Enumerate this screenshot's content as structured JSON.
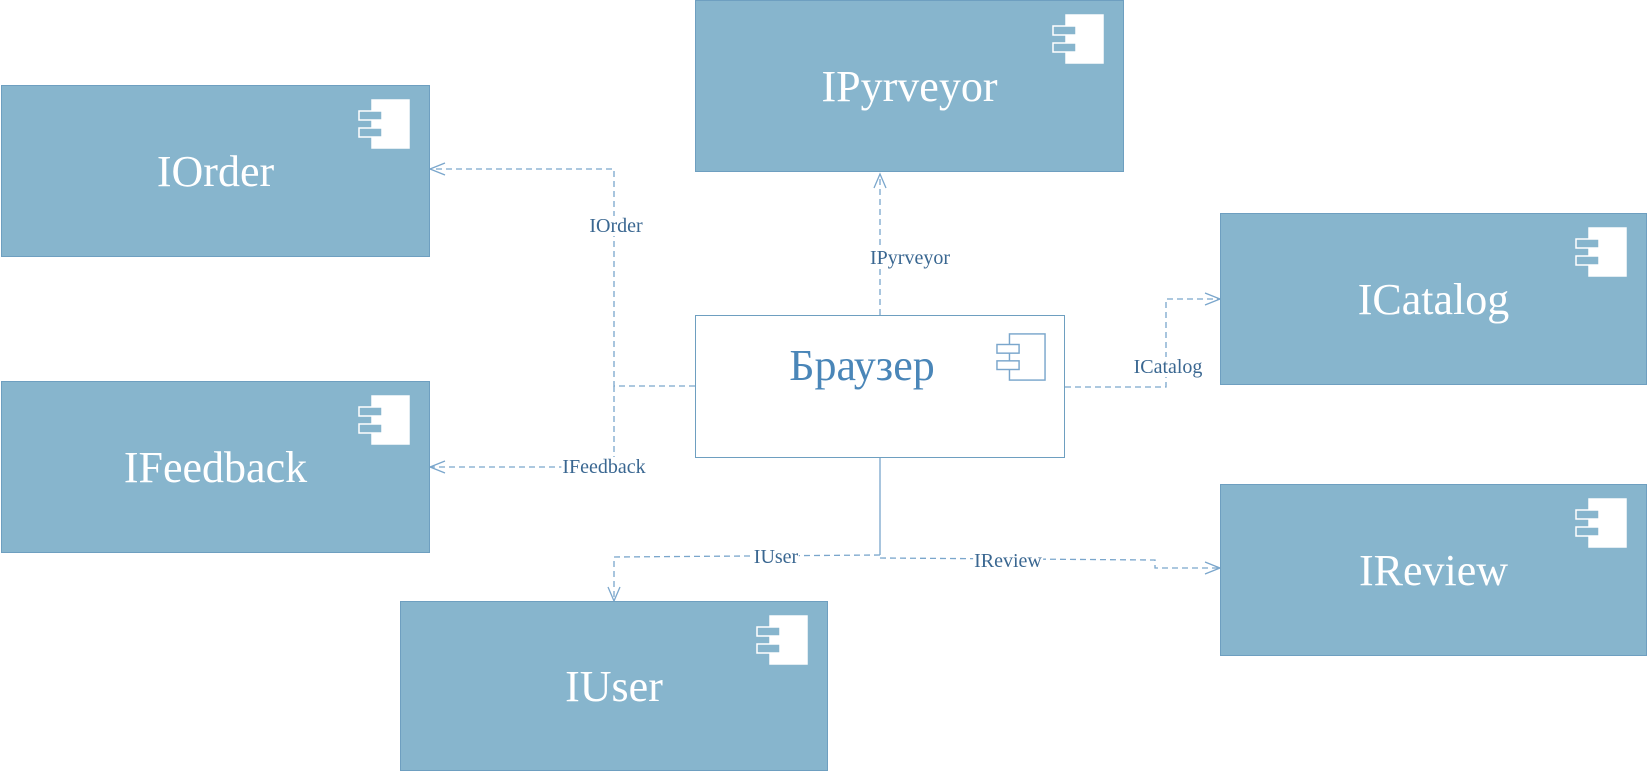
{
  "colors": {
    "box_fill": "#87b5cd",
    "box_border": "#6e9fc0",
    "box_text": "#ffffff",
    "center_fill": "#ffffff",
    "center_text": "#4a86b8",
    "connector": "#7aa6cc",
    "label_text": "#3a6791"
  },
  "center": {
    "title": "Браузер",
    "icon": "component-icon"
  },
  "components": [
    {
      "id": "iorder",
      "title": "IOrder",
      "icon": "component-icon"
    },
    {
      "id": "ipyrveyor",
      "title": "IPyrveyor",
      "icon": "component-icon"
    },
    {
      "id": "icatalog",
      "title": "ICatalog",
      "icon": "component-icon"
    },
    {
      "id": "ifeedback",
      "title": "IFeedback",
      "icon": "component-icon"
    },
    {
      "id": "ireview",
      "title": "IReview",
      "icon": "component-icon"
    },
    {
      "id": "iuser",
      "title": "IUser",
      "icon": "component-icon"
    }
  ],
  "connections": [
    {
      "id": "iorder",
      "label": "IOrder"
    },
    {
      "id": "ipyrveyor",
      "label": "IPyrveyor"
    },
    {
      "id": "icatalog",
      "label": "ICatalog"
    },
    {
      "id": "ifeedback",
      "label": "IFeedback"
    },
    {
      "id": "iuser",
      "label": "IUser"
    },
    {
      "id": "ireview",
      "label": "IReview"
    }
  ]
}
